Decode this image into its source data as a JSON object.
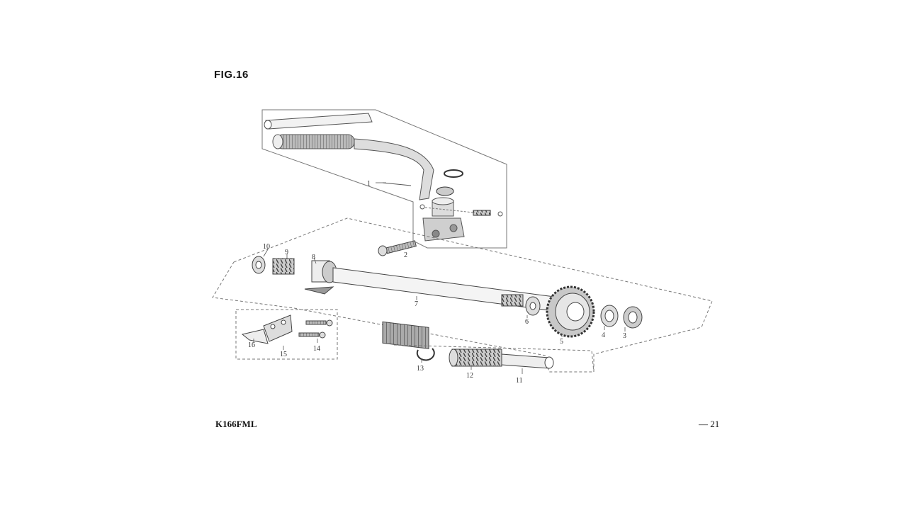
{
  "figure": {
    "title": "FIG.16"
  },
  "footer": {
    "model": "K166FML",
    "page": "— 21"
  },
  "callouts": [
    "1",
    "2",
    "3",
    "4",
    "5",
    "6",
    "7",
    "8",
    "9",
    "10",
    "11",
    "12",
    "13",
    "14",
    "15",
    "16"
  ],
  "colors": {
    "line": "#555555",
    "dash": "#777777",
    "ink": "#111111"
  }
}
